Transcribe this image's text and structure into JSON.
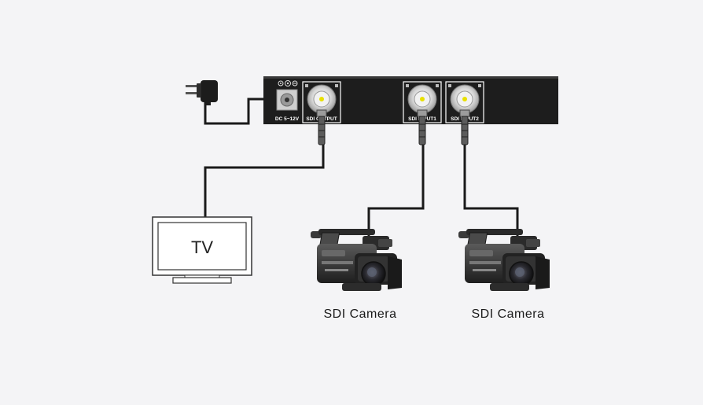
{
  "device": {
    "power_label": "DC 5~12V",
    "ports": [
      {
        "label": "SDI OUTPUT"
      },
      {
        "label": "SDI INPUT1"
      },
      {
        "label": "SDI INPUT2"
      }
    ]
  },
  "tv": {
    "label": "TV"
  },
  "cameras": [
    {
      "label": "SDI Camera"
    },
    {
      "label": "SDI Camera"
    }
  ],
  "colors": {
    "background": "#f4f4f6",
    "device_body": "#1d1d1d",
    "cable": "#1a1a1a",
    "tv_frame": "#ffffff",
    "bnc_center": "#e8e000"
  }
}
